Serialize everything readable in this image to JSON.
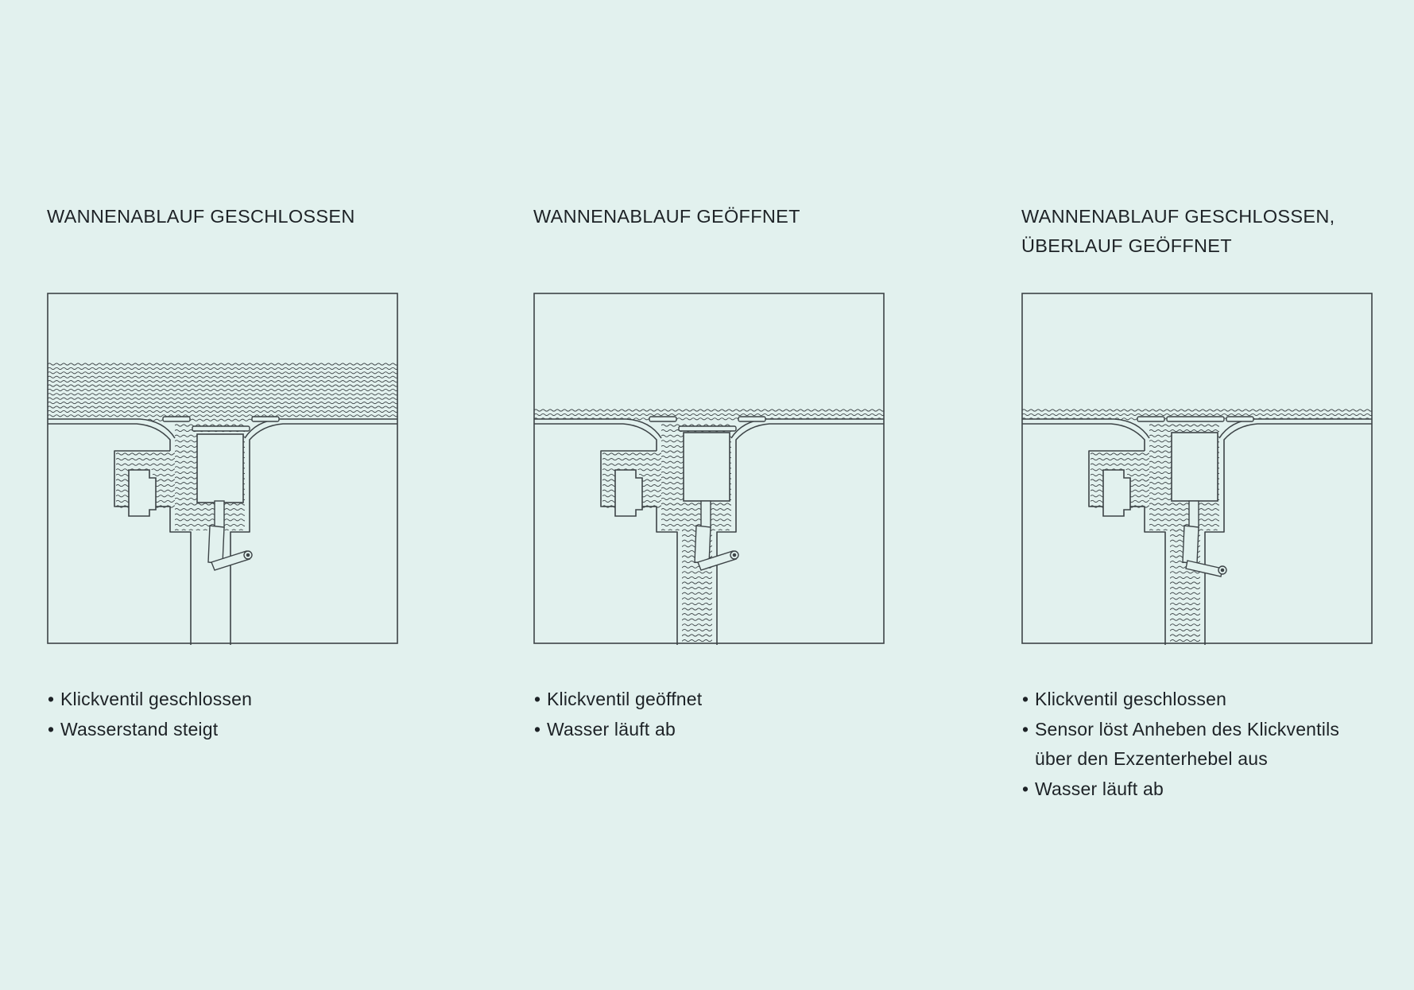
{
  "colors": {
    "background": "#e2f1ee",
    "ink": "#1d2226",
    "line": "#3d4447"
  },
  "panels": [
    {
      "title": [
        "WANNENABLAUF GESCHLOSSEN"
      ],
      "state": {
        "bath_water_level": 0.37,
        "channel_water": false,
        "lever": "down"
      },
      "notes": [
        [
          "Klickventil geschlossen"
        ],
        [
          "Wasserstand steigt"
        ]
      ]
    },
    {
      "title": [
        "WANNENABLAUF GEÖFFNET"
      ],
      "state": {
        "bath_water_level": 0.08,
        "channel_water": true,
        "lever": "down"
      },
      "notes": [
        [
          "Klickventil geöffnet"
        ],
        [
          "Wasser läuft ab"
        ]
      ]
    },
    {
      "title": [
        "WANNENABLAUF GESCHLOSSEN,",
        "ÜBERLAUF GEÖFFNET"
      ],
      "state": {
        "bath_water_level": 0.08,
        "channel_water": true,
        "lever": "up"
      },
      "notes": [
        [
          "Klickventil geschlossen"
        ],
        [
          "Sensor löst Anheben des Klickventils",
          "über den Exzenterhebel aus"
        ],
        [
          "Wasser läuft ab"
        ]
      ]
    }
  ],
  "bullet": "•"
}
